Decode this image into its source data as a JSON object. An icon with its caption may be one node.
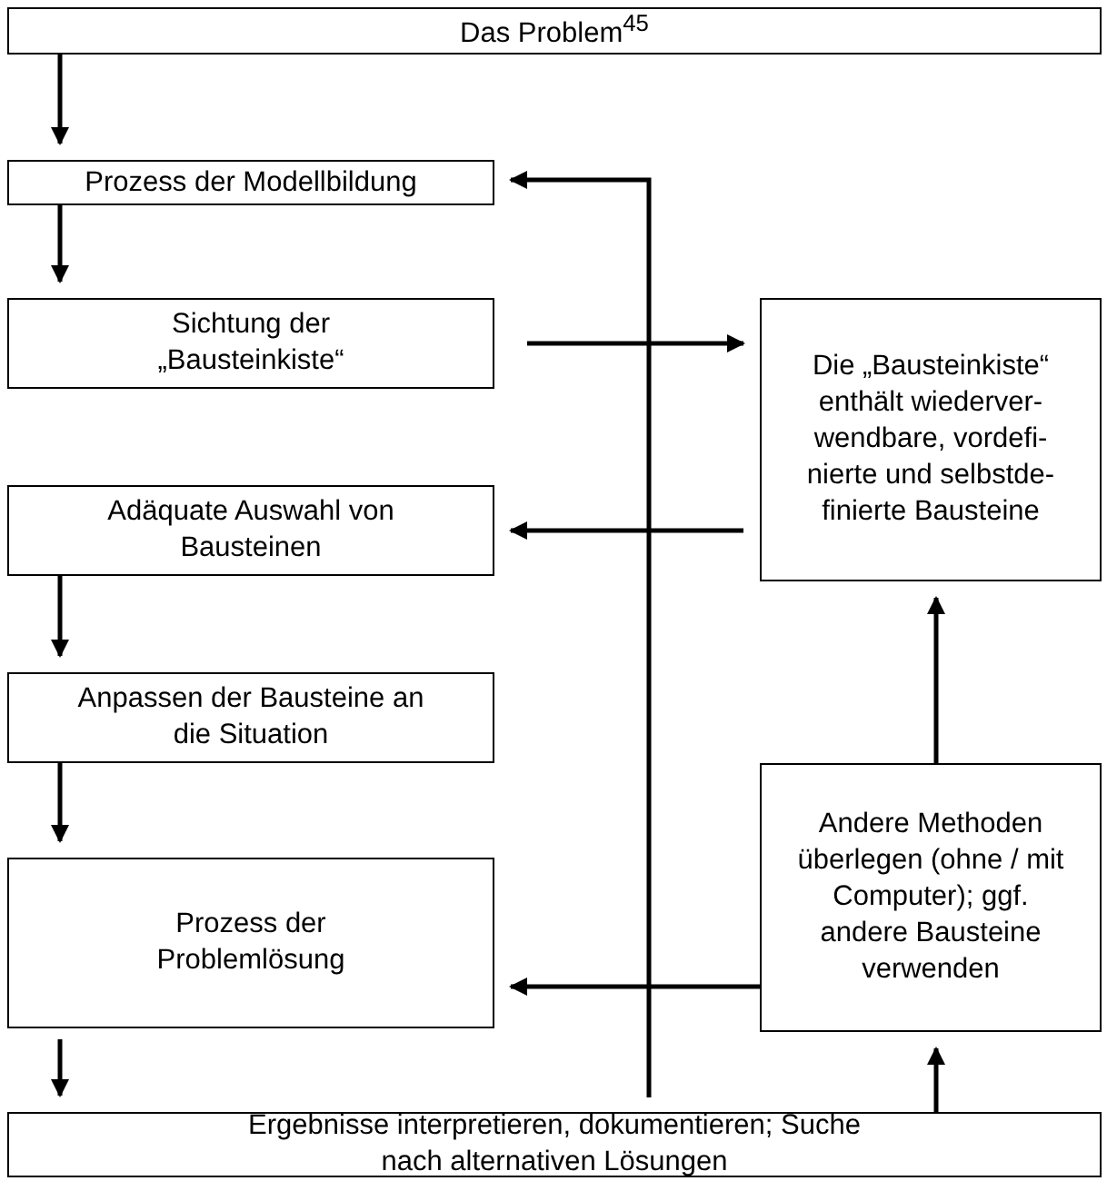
{
  "diagram": {
    "nodes": [
      {
        "text": [
          "Das Problem$^{45}$"
        ]
      },
      {
        "text": [
          "Prozess der Modellbildung"
        ]
      },
      {
        "text": [
          "Sichtung der „Bausteinkiste“"
        ]
      },
      {
        "text": [
          "Die „Bausteinkiste“ enthält wiederver- wendbare, vordefi- nierte und selbstde- finierte Bausteine"
        ]
      },
      {
        "text": [
          "Adäquate Auswahl von Bausteinen"
        ]
      },
      {
        "text": [
          "Anpassen der Bausteine an die Situation"
        ]
      },
      {
        "text": [
          "Prozess der Problemlösung"
        ]
      },
      {
        "text": [
          "Andere Methoden überlegen (ohne / mit Computer); ggf. andere Bausteine verwenden"
        ]
      },
      {
        "text": [
          "Ergebnisse interpretieren, dokumentieren; Suche nach alternativen Lösungen"
        ]
      }
    ],
    "edges": [
      {
        "from": 0,
        "to": 1,
        "arrow": "to"
      },
      {
        "from": 1,
        "to": 2,
        "arrow": "to"
      },
      {
        "from": 2,
        "to": 3,
        "arrow": "to"
      },
      {
        "from": 3,
        "to": 4,
        "arrow": "to"
      },
      {
        "from": 4,
        "to": 5,
        "arrow": "to"
      },
      {
        "from": 5,
        "to": 6,
        "arrow": "to"
      },
      {
        "from": 7,
        "to": 6,
        "arrow": "to"
      },
      {
        "from": 7,
        "to": 3,
        "arrow": "to"
      },
      {
        "from": 8,
        "to": 7,
        "arrow": "to"
      },
      {
        "from": 6,
        "to": 8,
        "arrow": "to"
      },
      {
        "from": 8,
        "to": 1,
        "arrow": "to"
      }
    ]
  }
}
